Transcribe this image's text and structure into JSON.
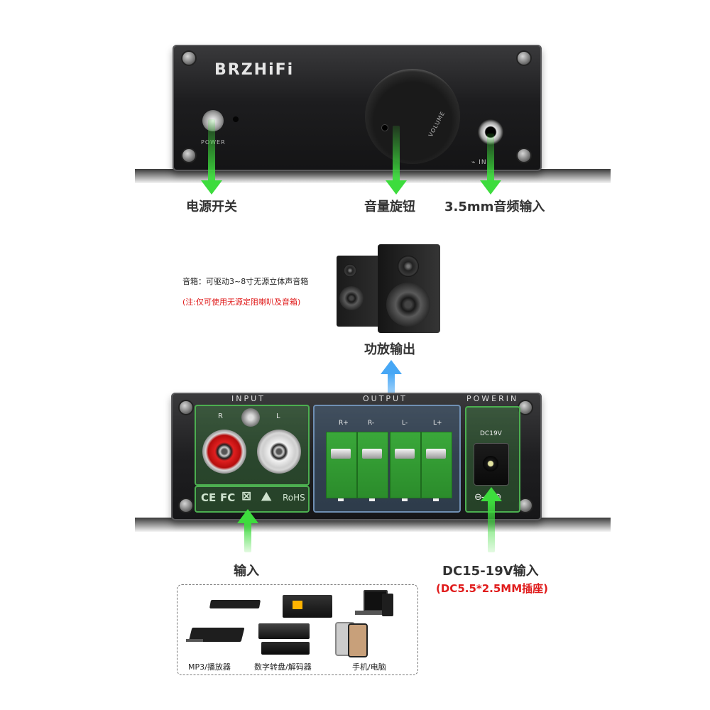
{
  "front_panel": {
    "brand": "BRZHiFi",
    "power_label": "POWER",
    "volume_label": "VOLUME",
    "input_label": "IN"
  },
  "callouts": {
    "power_switch": "电源开关",
    "volume_knob": "音量旋钮",
    "audio_input_35": "3.5mm音频输入",
    "speaker_output": "功放输出",
    "input": "输入",
    "dc_input": "DC15-19V输入",
    "dc_socket": "(DC5.5*2.5MM插座)"
  },
  "speaker_notes": {
    "line1": "音箱：可驱动3~8寸无源立体声音箱",
    "line2": "(注:仅可使用无源定阻喇叭及音箱)"
  },
  "rear_panel": {
    "input_header": "INPUT",
    "output_header": "OUTPUT",
    "power_header": "POWERIN",
    "rca_right": "R",
    "rca_left": "L",
    "terminals": [
      "R+",
      "R-",
      "L-",
      "L+"
    ],
    "dc_label": "DC19V",
    "certs": {
      "ce": "CE",
      "fc": "FC",
      "rohs": "RoHS"
    }
  },
  "sources": {
    "mp3": "MP3/播放器",
    "dac": "数字转盘/解码器",
    "phone_pc": "手机/电脑"
  },
  "colors": {
    "arrow_green": "#3ddc3d",
    "arrow_blue": "#47a7f5",
    "alert_red": "#e01b1b",
    "panel_green": "#4caf50"
  }
}
